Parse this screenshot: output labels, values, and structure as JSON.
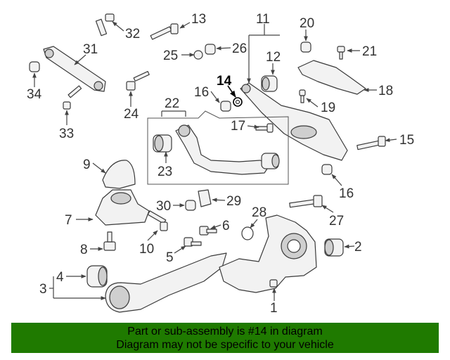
{
  "callouts": {
    "c1": "1",
    "c2": "2",
    "c3": "3",
    "c4": "4",
    "c5": "5",
    "c6": "6",
    "c7": "7",
    "c8": "8",
    "c9": "9",
    "c10": "10",
    "c11": "11",
    "c12": "12",
    "c13": "13",
    "c14": "14",
    "c15": "15",
    "c16a": "16",
    "c16b": "16",
    "c17": "17",
    "c18": "18",
    "c19": "19",
    "c20": "20",
    "c21": "21",
    "c22": "22",
    "c23": "23",
    "c24": "24",
    "c25": "25",
    "c26": "26",
    "c27": "27",
    "c28": "28",
    "c29": "29",
    "c30": "30",
    "c31": "31",
    "c32": "32",
    "c33": "33",
    "c34": "34"
  },
  "highlighted_part": "14",
  "banner": {
    "line1": "Part or sub-assembly is #14 in diagram",
    "line2": "Diagram may not be specific to your vehicle",
    "background": "#1f7a00"
  }
}
